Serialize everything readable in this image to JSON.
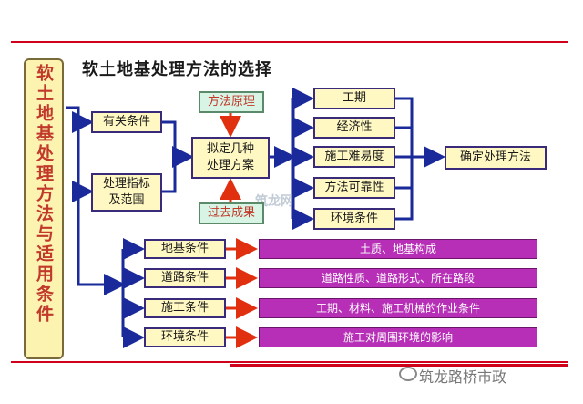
{
  "title": "软土地基处理方法的选择",
  "scroll": "软土地基处理方法与适用条件",
  "boxes": {
    "related": "有关条件",
    "indicators": "处理指标及范围",
    "method_principle": "方法原理",
    "draft": "拟定几种处理方案",
    "past": "过去成果",
    "period": "工期",
    "economy": "经济性",
    "difficulty": "施工难易度",
    "reliability": "方法可靠性",
    "environment": "环境条件",
    "decide": "确定处理方法"
  },
  "conditions": [
    {
      "label": "地基条件",
      "detail": "土质、地基构成"
    },
    {
      "label": "道路条件",
      "detail": "道路性质、道路形式、所在路段"
    },
    {
      "label": "施工条件",
      "detail": "工期、材料、施工机械的作业条件"
    },
    {
      "label": "环境条件",
      "detail": "施工对周围环境的影响"
    }
  ],
  "watermark": "筑龙网",
  "logo": "筑龙路桥市政",
  "colors": {
    "accent": "#d0021b",
    "box_border": "#3a2a7a",
    "box_fill": "#fff8c2",
    "purple": "#b62fb6",
    "arrow": "#e03010",
    "green_fill": "#d8f4e4"
  }
}
